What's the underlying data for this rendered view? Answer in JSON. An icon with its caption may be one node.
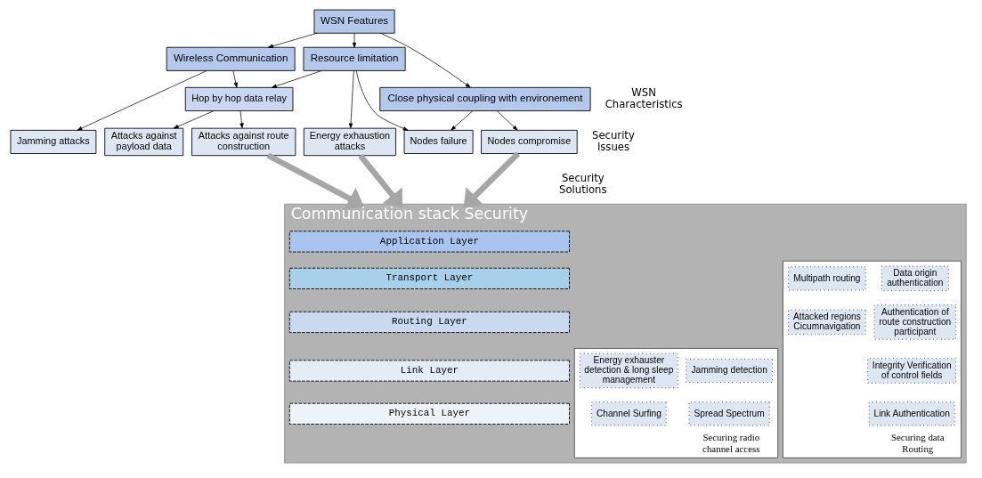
{
  "diagram": {
    "nodes": [
      {
        "text": [
          "WSN Features"
        ]
      },
      {
        "text": [
          "Wireless Communication"
        ]
      },
      {
        "text": [
          "Resource limitation"
        ]
      },
      {
        "text": [
          "Close physical coupling with environement"
        ]
      },
      {
        "text": [
          "Hop by hop data relay"
        ]
      },
      {
        "text": [
          "Jamming attacks"
        ]
      },
      {
        "text": [
          "Attacks against route construction"
        ]
      },
      {
        "text": [
          "Attacks against payload data"
        ]
      },
      {
        "text": [
          "Energy exhaustion attacks"
        ]
      },
      {
        "text": [
          "Nodes failure"
        ]
      },
      {
        "text": [
          "Nodes compromise"
        ]
      },
      {
        "text": [
          "Communication stack Security"
        ]
      },
      {
        "text": [
          "Application Layer"
        ],
        "in": 11
      },
      {
        "text": [
          "Transport Layer"
        ],
        "in": 11
      },
      {
        "text": [
          "Routing Layer"
        ],
        "in": 11
      },
      {
        "text": [
          "Link Layer"
        ],
        "in": 11
      },
      {
        "text": [
          "Physical Layer"
        ],
        "in": 11
      },
      {
        "text": [
          "Securing data Routing"
        ],
        "in": 11
      },
      {
        "text": [
          "Data origin authentication"
        ],
        "in": 17
      },
      {
        "text": [
          "Authentication of route construction participant"
        ],
        "in": 17
      },
      {
        "text": [
          "Integrity Verification of control fields"
        ],
        "in": 17
      },
      {
        "text": [
          "Link Authentication"
        ],
        "in": 17
      },
      {
        "text": [
          "Multipath routing"
        ],
        "in": 17
      },
      {
        "text": [
          "Attacked regions Cicumnavigation"
        ],
        "in": 17
      },
      {
        "text": [
          "Securing radio channel access"
        ],
        "in": 11
      },
      {
        "text": [
          "Jamming detection"
        ],
        "in": 24
      },
      {
        "text": [
          "Energy exhauster detection & long sleep management"
        ],
        "in": 24
      },
      {
        "text": [
          "Spread Spectrum"
        ],
        "in": 24
      },
      {
        "text": [
          "Channel Surfing"
        ],
        "in": 24
      }
    ],
    "edges": [
      {
        "from": 0,
        "to": 1,
        "arrow": "to"
      },
      {
        "from": 0,
        "to": 2,
        "arrow": "to"
      },
      {
        "from": 0,
        "to": 3,
        "arrow": "to"
      },
      {
        "from": 1,
        "to": 5,
        "arrow": "to"
      },
      {
        "from": 1,
        "to": 4,
        "arrow": "to"
      },
      {
        "from": 2,
        "to": 4,
        "arrow": "to"
      },
      {
        "from": 2,
        "to": 8,
        "arrow": "to"
      },
      {
        "from": 2,
        "to": 9,
        "arrow": "to"
      },
      {
        "from": 3,
        "to": 9,
        "arrow": "to"
      },
      {
        "from": 3,
        "to": 10,
        "arrow": "to"
      },
      {
        "from": 4,
        "to": 6,
        "arrow": "to"
      },
      {
        "from": 4,
        "to": 7,
        "arrow": "to"
      },
      {
        "from": 6,
        "to": 11,
        "arrow": "to",
        "style": "thick",
        "color": "#a6a6a6"
      },
      {
        "from": 8,
        "to": 11,
        "arrow": "to",
        "style": "thick",
        "color": "#a6a6a6"
      },
      {
        "from": 10,
        "to": 11,
        "arrow": "to",
        "style": "thick",
        "color": "#a6a6a6"
      }
    ],
    "labels": [
      "WSN Characteristics",
      "Security Issues",
      "Security Solutions"
    ]
  }
}
